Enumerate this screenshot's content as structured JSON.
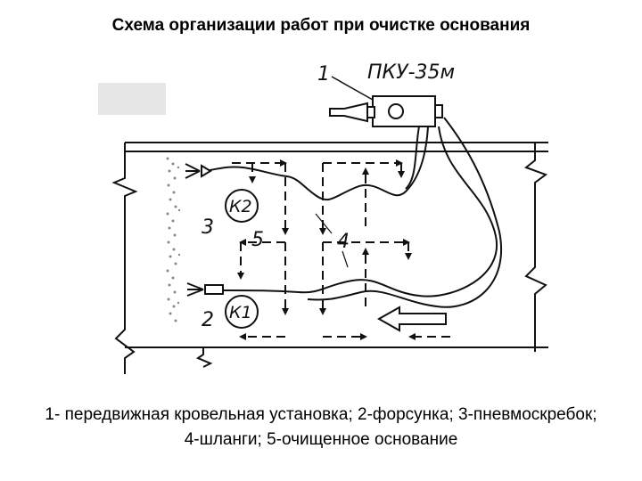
{
  "title": "Схема организации работ при очистке основания",
  "diagram": {
    "unit_label": "ПКУ-35м",
    "callouts": {
      "c1": "1",
      "c2": "2",
      "c3": "3",
      "c4": "4",
      "c5": "5"
    },
    "crew": {
      "k1": "К1",
      "k2": "К2"
    },
    "colors": {
      "line": "#111111",
      "gray_block": "#e6e6e6",
      "debris": "#999999"
    }
  },
  "caption": "1- передвижная кровельная установка; 2-форсунка; 3-пневмоскребок; 4-шланги; 5-очищенное основание"
}
